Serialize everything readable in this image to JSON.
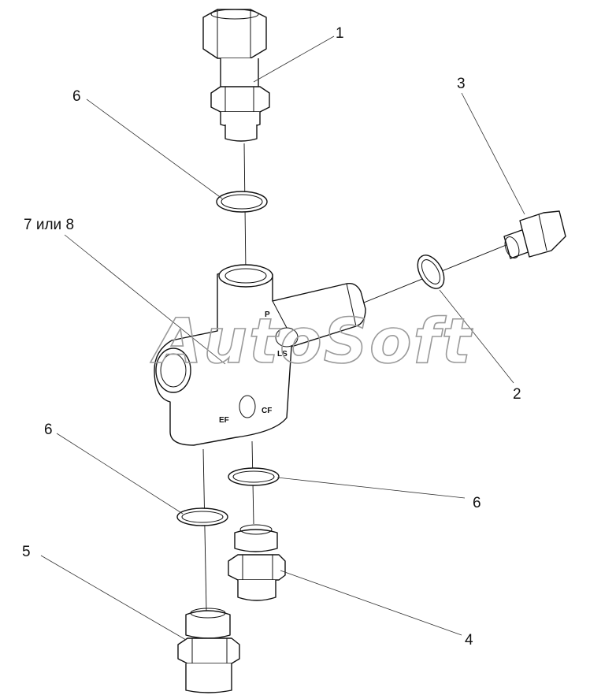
{
  "callouts": {
    "c1": "1",
    "c2": "2",
    "c3": "3",
    "c4": "4",
    "c5": "5",
    "c6a": "6",
    "c6b": "6",
    "c6c": "6",
    "c78": "7 или 8"
  },
  "ports": {
    "p": "P",
    "ls": "LS",
    "ef": "EF",
    "cf": "CF"
  },
  "watermark": "AutoSoft",
  "colors": {
    "line": "#111111",
    "watermark": "#9a9a9a",
    "background": "#ffffff"
  }
}
